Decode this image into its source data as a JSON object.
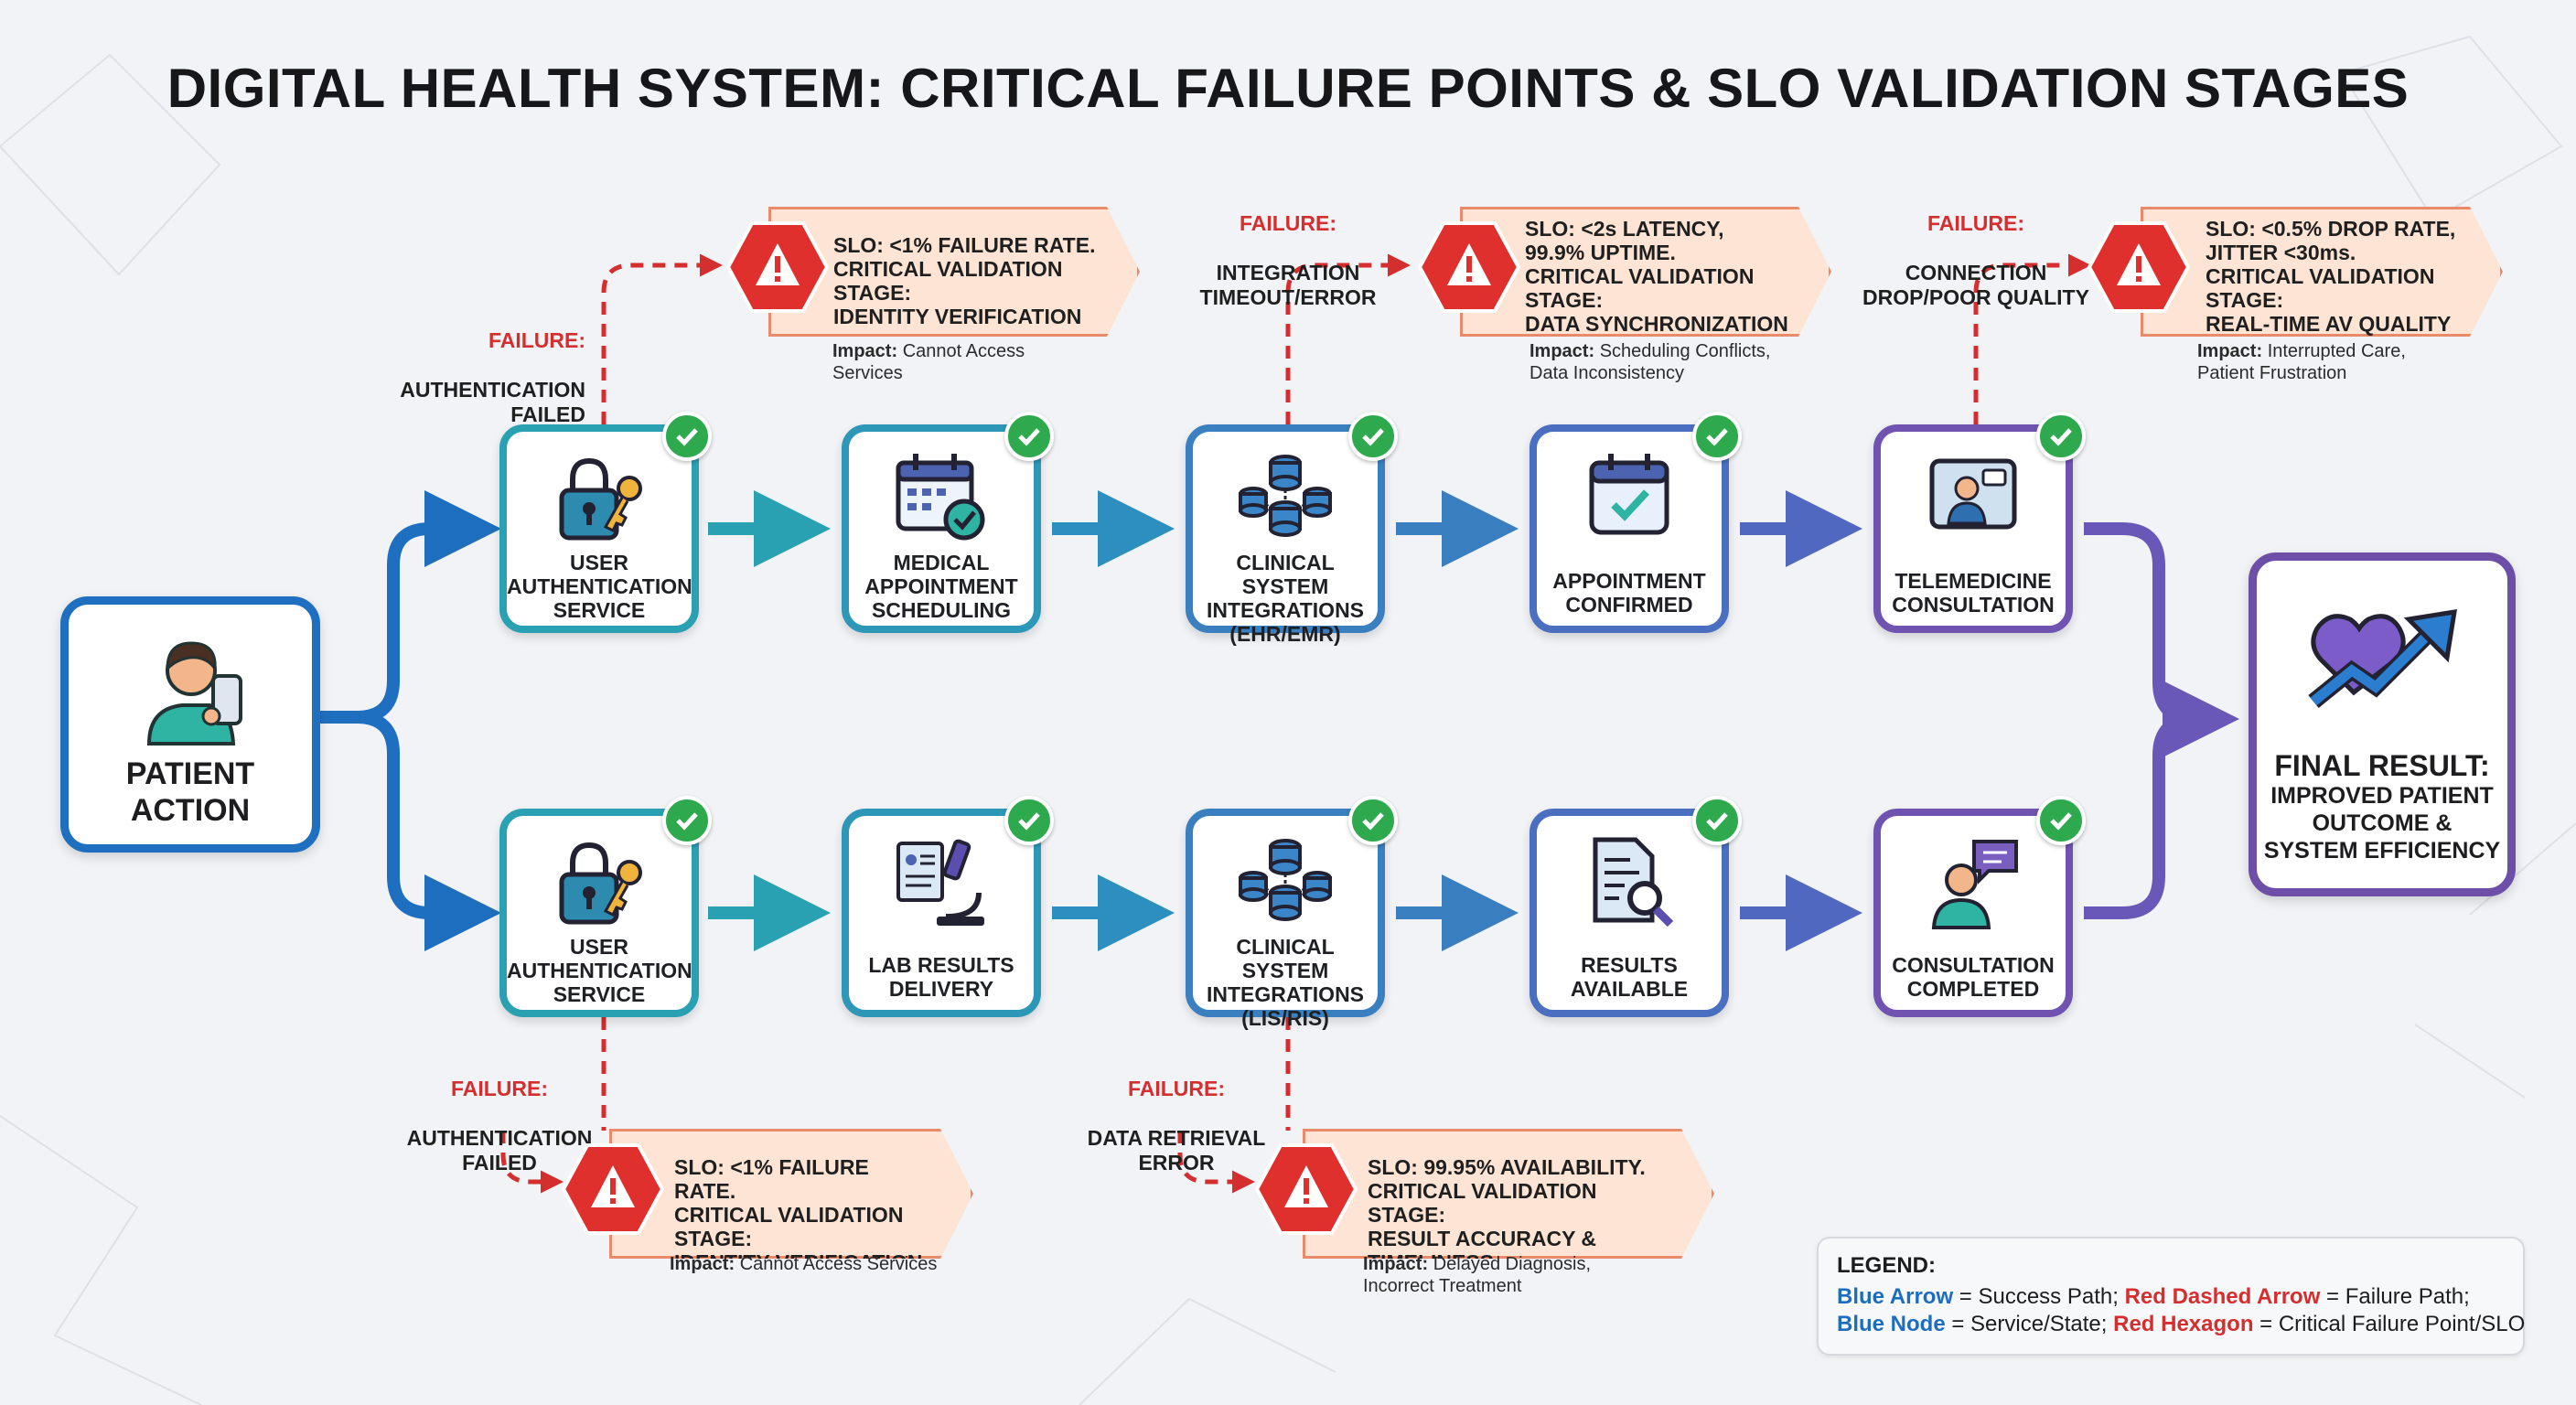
{
  "title": "DIGITAL HEALTH SYSTEM: CRITICAL FAILURE POINTS & SLO VALIDATION STAGES",
  "patient_action": {
    "label": "PATIENT\nACTION",
    "icon": "patient-phone-icon"
  },
  "top_row": [
    {
      "label": "USER\nAUTHENTICATION\nSERVICE",
      "icon": "lock-key-icon",
      "color": "#2aa0b3"
    },
    {
      "label": "MEDICAL\nAPPOINTMENT\nSCHEDULING",
      "icon": "calendar-check-icon",
      "color": "#2d97b8"
    },
    {
      "label": "CLINICAL SYSTEM\nINTEGRATIONS\n(EHR/EMR)",
      "icon": "database-cluster-icon",
      "color": "#3a7fc0"
    },
    {
      "label": "APPOINTMENT\nCONFIRMED",
      "icon": "calendar-confirm-icon",
      "color": "#4a6fc0"
    },
    {
      "label": "TELEMEDICINE\nCONSULTATION",
      "icon": "video-call-icon",
      "color": "#7053b0"
    }
  ],
  "bottom_row": [
    {
      "label": "USER\nAUTHENTICATION\nSERVICE",
      "icon": "lock-key-icon",
      "color": "#2aa0b3"
    },
    {
      "label": "LAB RESULTS\nDELIVERY",
      "icon": "microscope-icon",
      "color": "#2d97b8"
    },
    {
      "label": "CLINICAL SYSTEM\nINTEGRATIONS\n(LIS/RIS)",
      "icon": "database-cluster-icon",
      "color": "#3a7fc0"
    },
    {
      "label": "RESULTS\nAVAILABLE",
      "icon": "document-search-icon",
      "color": "#4a6fc0"
    },
    {
      "label": "CONSULTATION\nCOMPLETED",
      "icon": "person-chat-icon",
      "color": "#7053b0"
    }
  ],
  "final_result": {
    "title": "FINAL RESULT:",
    "subtitle": "IMPROVED PATIENT\nOUTCOME &\nSYSTEM EFFICIENCY",
    "icon": "heart-trend-icon"
  },
  "failures": [
    {
      "label": "FAILURE:",
      "detail": "AUTHENTICATION\nFAILED",
      "slo": "SLO: <1% FAILURE RATE.\nCRITICAL VALIDATION STAGE:\nIDENTITY VERIFICATION",
      "impact_label": "Impact:",
      "impact": "Cannot Access\nServices"
    },
    {
      "label": "FAILURE:",
      "detail": "INTEGRATION\nTIMEOUT/ERROR",
      "slo": "SLO: <2s LATENCY,\n99.9% UPTIME.\nCRITICAL VALIDATION STAGE:\nDATA SYNCHRONIZATION",
      "impact_label": "Impact:",
      "impact": "Scheduling Conflicts,\nData Inconsistency"
    },
    {
      "label": "FAILURE:",
      "detail": "CONNECTION\nDROP/POOR QUALITY",
      "slo": "SLO: <0.5% DROP RATE,\nJITTER <30ms.\nCRITICAL VALIDATION STAGE:\nREAL-TIME AV QUALITY",
      "impact_label": "Impact:",
      "impact": "Interrupted Care,\nPatient Frustration"
    },
    {
      "label": "FAILURE:",
      "detail": "AUTHENTICATION\nFAILED",
      "slo": "SLO: <1% FAILURE RATE.\nCRITICAL VALIDATION STAGE:\nIDENTITY VERIFICATION",
      "impact_label": "Impact:",
      "impact": "Cannot Access Services"
    },
    {
      "label": "FAILURE:",
      "detail": "DATA RETRIEVAL\nERROR",
      "slo": "SLO: 99.95% AVAILABILITY.\nCRITICAL VALIDATION STAGE:\nRESULT ACCURACY & TIMELINESS",
      "impact_label": "Impact:",
      "impact": "Delayed Diagnosis,\nIncorrect Treatment"
    }
  ],
  "legend": {
    "title": "LEGEND:",
    "blue_arrow": "Blue Arrow",
    "blue_arrow_desc": " = Success Path; ",
    "red_arrow": "Red Dashed Arrow",
    "red_arrow_desc": " = Failure Path;",
    "blue_node": "Blue Node",
    "blue_node_desc": " = Service/State; ",
    "red_hex": "Red Hexagon",
    "red_hex_desc": " = Critical Failure Point/SLO"
  },
  "colors": {
    "success": "#2ea94e",
    "failure": "#d42e2e",
    "callout": "#fde4d4",
    "hexagon": "#e0302e"
  }
}
